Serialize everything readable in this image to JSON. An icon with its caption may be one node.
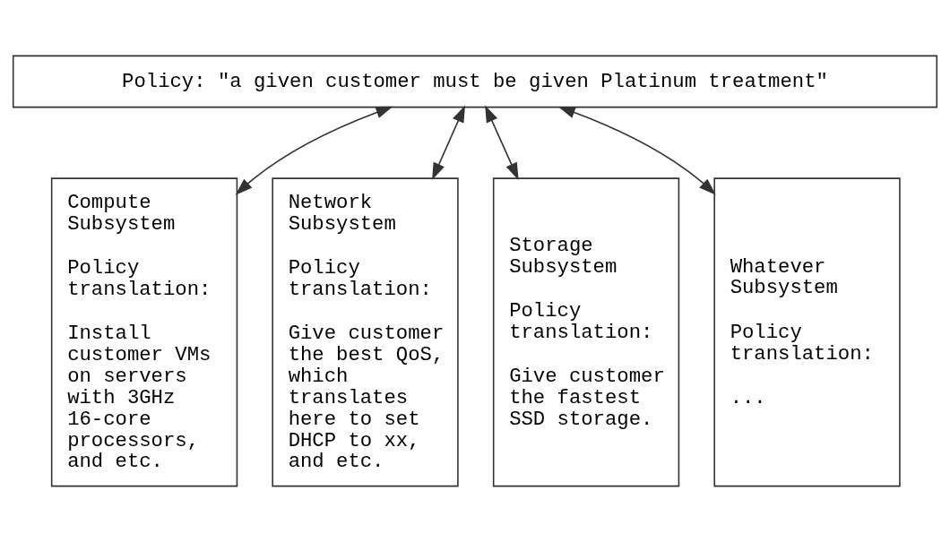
{
  "diagram": {
    "nodes": [
      {
        "text": [
          "Policy: \"a given customer must be given Platinum treatment\""
        ]
      },
      {
        "text": [
          "Compute Subsystem",
          "Policy translation:",
          "Install customer VMs on servers with 3GHz 16-core processors, and etc."
        ]
      },
      {
        "text": [
          "Network Subsystem",
          "Policy translation:",
          "Give customer the best QoS, which translates here to set DHCP to xx, and etc."
        ]
      },
      {
        "text": [
          "Storage Subsystem",
          "Policy translation:",
          "Give customer the fastest SSD storage."
        ]
      },
      {
        "text": [
          "Whatever Subsystem",
          "Policy translation:",
          "..."
        ]
      }
    ],
    "edges": [
      {
        "from": 0,
        "to": 1,
        "arrow": "both"
      },
      {
        "from": 0,
        "to": 2,
        "arrow": "both"
      },
      {
        "from": 0,
        "to": 3,
        "arrow": "both"
      },
      {
        "from": 0,
        "to": 4,
        "arrow": "both"
      }
    ]
  }
}
